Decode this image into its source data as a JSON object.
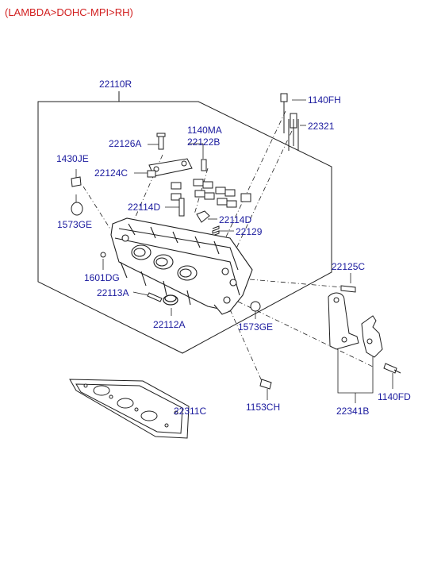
{
  "header": {
    "variant": "(LAMBDA>DOHC-MPI>RH)"
  },
  "colors": {
    "header_text": "#d22020",
    "part_label": "#1a1a9e",
    "line": "#1f1f1f"
  },
  "assembly_label": "22110R",
  "labels": [
    {
      "id": "1140FH",
      "text": "1140FH"
    },
    {
      "id": "22321",
      "text": "22321"
    },
    {
      "id": "1140MA",
      "text": "1140MA"
    },
    {
      "id": "22122B",
      "text": "22122B"
    },
    {
      "id": "22126A",
      "text": "22126A"
    },
    {
      "id": "1430JE",
      "text": "1430JE"
    },
    {
      "id": "22124C",
      "text": "22124C"
    },
    {
      "id": "22114D_l",
      "text": "22114D"
    },
    {
      "id": "22114D_r",
      "text": "22114D"
    },
    {
      "id": "1573GE_l",
      "text": "1573GE"
    },
    {
      "id": "22129",
      "text": "22129"
    },
    {
      "id": "1601DG",
      "text": "1601DG"
    },
    {
      "id": "22125C",
      "text": "22125C"
    },
    {
      "id": "22113A",
      "text": "22113A"
    },
    {
      "id": "22112A",
      "text": "22112A"
    },
    {
      "id": "1573GE_r",
      "text": "1573GE"
    },
    {
      "id": "1140FD",
      "text": "1140FD"
    },
    {
      "id": "1153CH",
      "text": "1153CH"
    },
    {
      "id": "22341B",
      "text": "22341B"
    },
    {
      "id": "22311C",
      "text": "22311C"
    }
  ]
}
